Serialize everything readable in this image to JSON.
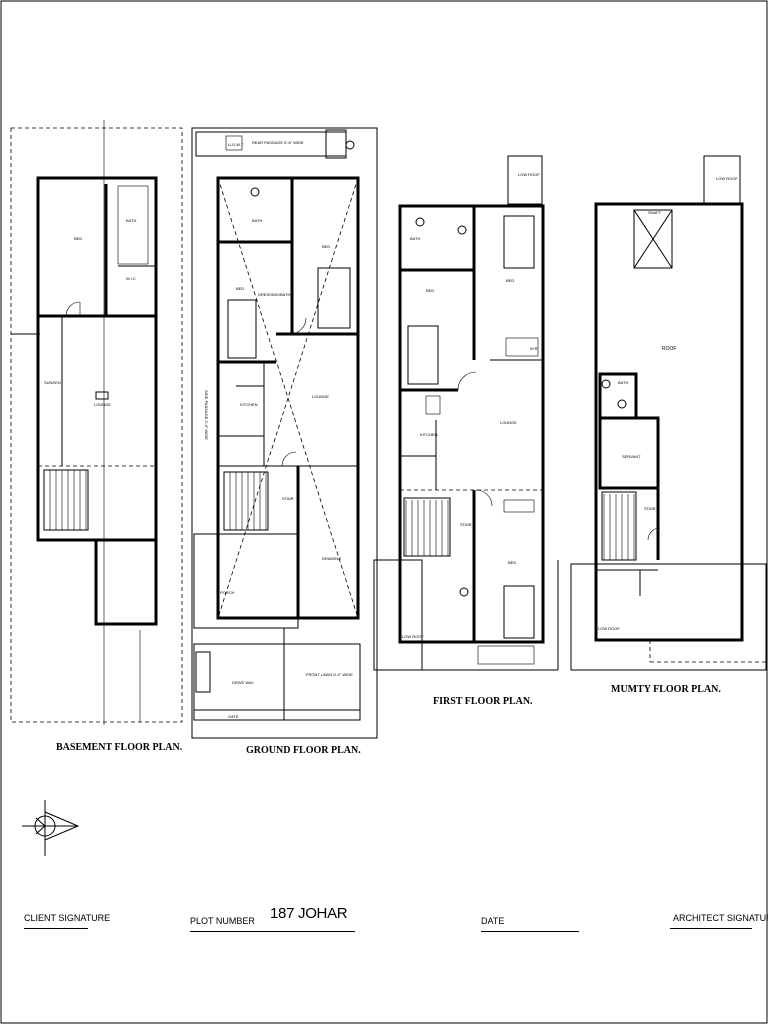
{
  "captions": {
    "basement": "BASEMENT FLOOR PLAN.",
    "ground": "GROUND FLOOR PLAN.",
    "first": "FIRST FLOOR PLAN.",
    "mumty": "MUMTY FLOOR PLAN."
  },
  "title_block": {
    "client_signature": "CLIENT SIGNATURE",
    "plot_number_label": "PLOT NUMBER",
    "plot_number_value": "187 JOHAR",
    "date_label": "DATE",
    "architect_signature": "ARCHITECT SIGNATURE"
  },
  "basement_labels": {
    "bed": "BED",
    "bath": "BATH",
    "wic": "W.I.C",
    "lounge": "LOUNGE",
    "sunken": "SUNKEN"
  },
  "ground_labels": {
    "ugwt": "U.G.W.T",
    "rear_passage": "REAR PASSAGE 5'-6\" WIDE",
    "bath": "BATH",
    "bed": "BED",
    "bed2": "BED",
    "dressing": "DRESSING/BATH",
    "kitchen": "KITCHEN",
    "lounge": "LOUNGE",
    "stair": "STAIR",
    "drawing": "DRAWING",
    "porch": "PORCH",
    "drive_way": "DRIVE WAY",
    "front_lawn": "FRONT LAWN 5'-0\" WIDE",
    "gate": "GATE",
    "side_passage": "SIDE PASSAGE 3'-0\" WIDE"
  },
  "first_labels": {
    "low_roof_top": "LOW ROOF",
    "bath": "BATH",
    "bed1": "BED",
    "bed2": "BED",
    "bed3": "BED",
    "kitchen": "KITCHEN",
    "lounge": "LOUNGE",
    "stair": "STAIR",
    "low_roof_left": "LOW ROOF",
    "wr": "W.R"
  },
  "mumty_labels": {
    "low_roof_top": "LOW ROOF",
    "shaft": "SHAFT",
    "roof": "ROOF",
    "bath": "BATH",
    "servant": "SERVANT",
    "stair": "STAIR",
    "low_roof_bottom": "LOW ROOF"
  }
}
